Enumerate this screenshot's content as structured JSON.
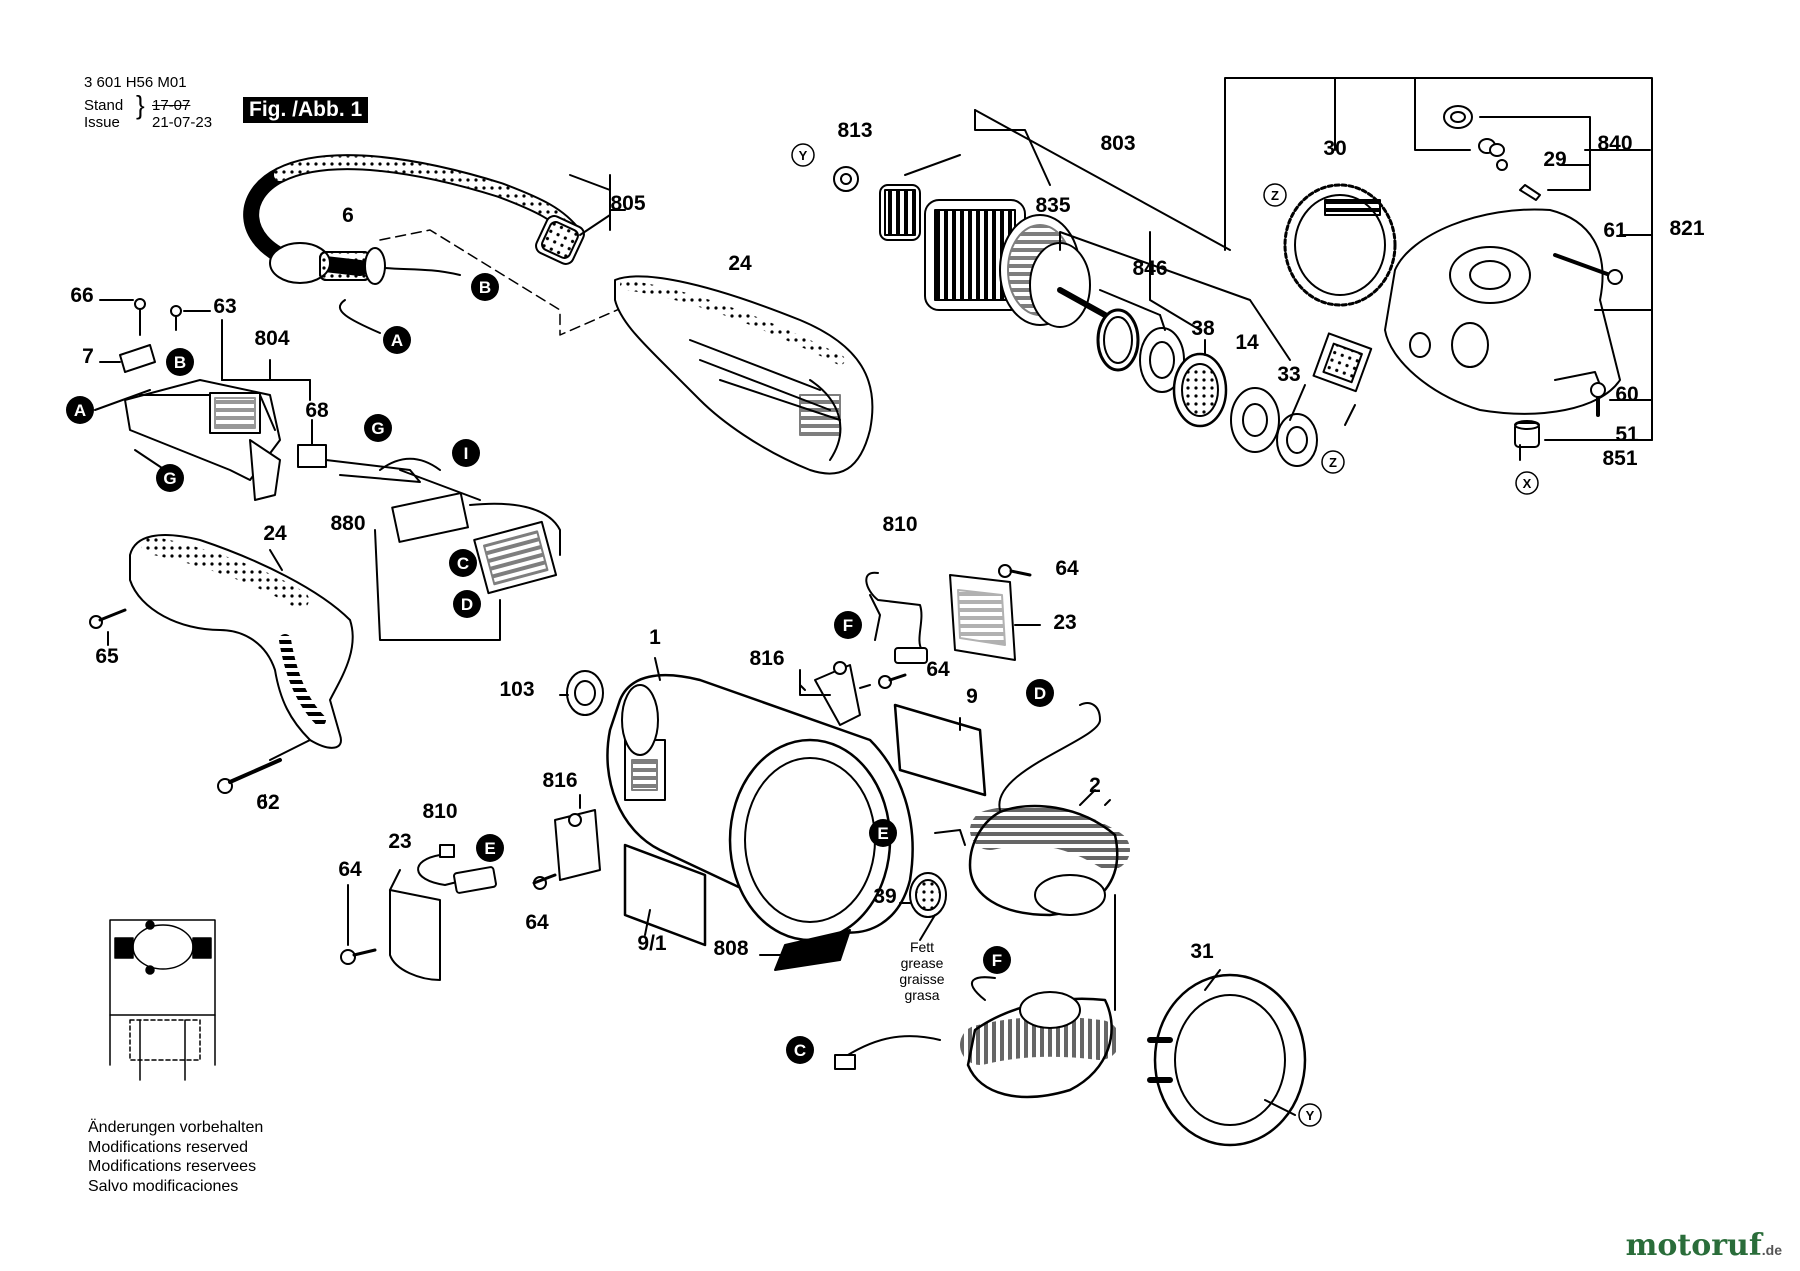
{
  "header": {
    "doc_number": "3 601 H56 M01",
    "stand_label": "Stand",
    "issue_label": "Issue",
    "stand_value": "17-07",
    "issue_value": "21-07-23",
    "figure_label": "Fig. /Abb. 1"
  },
  "part_labels": {
    "p6": "6",
    "p805": "805",
    "p24a": "24",
    "p24b": "24",
    "p66": "66",
    "p63": "63",
    "p804": "804",
    "p7": "7",
    "p68": "68",
    "p880": "880",
    "p65": "65",
    "p62": "62",
    "p813": "813",
    "p803": "803",
    "p835": "835",
    "p846": "846",
    "p38": "38",
    "p14": "14",
    "p33": "33",
    "p30": "30",
    "p29": "29",
    "p840": "840",
    "p821": "821",
    "p61": "61",
    "p60": "60",
    "p51": "51",
    "p851": "851",
    "p810a": "810",
    "p64a": "64",
    "p23a": "23",
    "p816a": "816",
    "p64b": "64",
    "p1": "1",
    "p103": "103",
    "p9": "9",
    "p2": "2",
    "p816b": "816",
    "p810b": "810",
    "p23b": "23",
    "p64c": "64",
    "p64d": "64",
    "p91": "9/1",
    "p808": "808",
    "p39": "39",
    "p31": "31"
  },
  "connector_markers": {
    "A": "A",
    "B": "B",
    "C": "C",
    "D": "D",
    "E": "E",
    "F": "F",
    "G": "G",
    "I": "I"
  },
  "ref_markers": {
    "X": "X",
    "Y": "Y",
    "Z": "Z"
  },
  "grease_note": [
    "Fett",
    "grease",
    "graisse",
    "grasa"
  ],
  "footer_notes": [
    "Änderungen vorbehalten",
    "Modifications reserved",
    "Modifications reservees",
    "Salvo modificaciones"
  ],
  "brand": {
    "name": "motoruf",
    "suffix": ".de",
    "color": "#2a6d3a",
    "accent": "#d98a1a"
  }
}
